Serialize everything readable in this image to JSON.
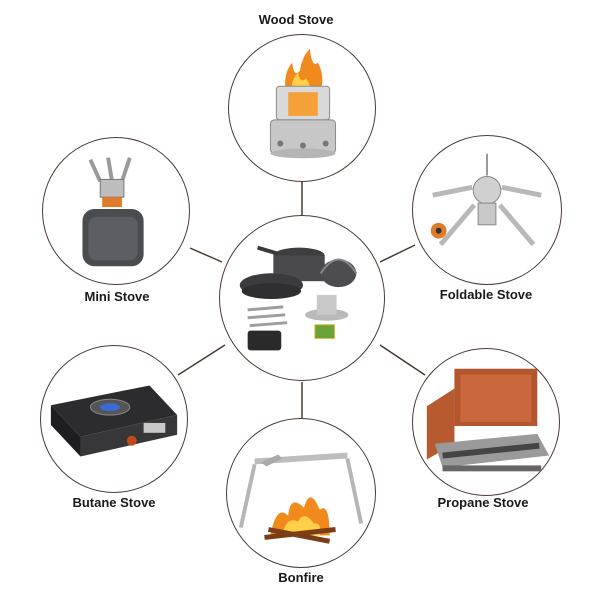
{
  "diagram": {
    "center": {
      "illustration": "cookware-set-icon"
    },
    "items": [
      {
        "label": "Wood Stove",
        "illustration": "wood-stove-icon"
      },
      {
        "label": "Mini Stove",
        "illustration": "mini-stove-icon"
      },
      {
        "label": "Foldable Stove",
        "illustration": "foldable-stove-icon"
      },
      {
        "label": "Butane Stove",
        "illustration": "butane-stove-icon"
      },
      {
        "label": "Propane Stove",
        "illustration": "propane-stove-icon"
      },
      {
        "label": "Bonfire",
        "illustration": "bonfire-icon"
      }
    ]
  },
  "colors": {
    "ring": "#4a3b34",
    "text": "#1a1a1a",
    "flame": "#f08a1c"
  }
}
